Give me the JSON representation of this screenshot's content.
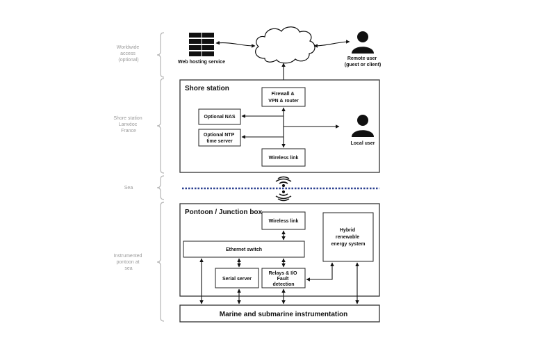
{
  "zones": [
    {
      "id": "worldwide",
      "lines": [
        "Worldwide",
        "access",
        "(optional)"
      ]
    },
    {
      "id": "shore",
      "lines": [
        "Shore station",
        "Lanvéoc",
        "France"
      ]
    },
    {
      "id": "sea",
      "lines": [
        "Sea"
      ]
    },
    {
      "id": "pontoon",
      "lines": [
        "Instrumented",
        "pontoon at",
        "sea"
      ]
    }
  ],
  "top": {
    "web_hosting": "Web hosting service",
    "remote_user": [
      "Remote user",
      "(guest or client)"
    ]
  },
  "shore_station": {
    "title": "Shore station",
    "firewall": [
      "Firewall &",
      "VPN & router"
    ],
    "nas": "Optional NAS",
    "ntp": [
      "Optional NTP",
      "time server"
    ],
    "wireless": "Wireless link",
    "local_user": "Local user"
  },
  "pontoon": {
    "title": "Pontoon / Junction box",
    "wireless": "Wireless link",
    "ethernet": "Ethernet switch",
    "serial": "Serial server",
    "relays": [
      "Relays & I/O",
      "Fault",
      "detection"
    ],
    "hybrid": [
      "Hybrid",
      "renewable",
      "energy system"
    ]
  },
  "instrumentation": "Marine and submarine instrumentation",
  "colors": {
    "sea_line": "#2a3f8f",
    "zone_text": "#9a9a9a"
  }
}
